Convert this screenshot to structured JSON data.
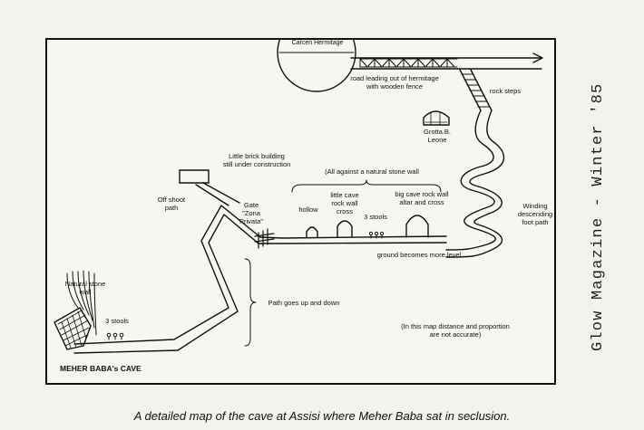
{
  "labels": {
    "hermitage": "Carceri Hermitage",
    "road": "road leading out of hermitage\nwith wooden fence",
    "rock_steps": "rock steps",
    "grotta": "Grotta.B.\nLeone",
    "brick_building": "Little brick building\nstill under construction",
    "natural_wall": "(All against a natural stone   wall",
    "offshoot": "Off shoot\npath",
    "gate": "Gate\n\"Zona\nPrivata\"",
    "hollow": "hollow",
    "little_cave": "little cave\nrock wall\ncross",
    "big_cave": "big cave rock wall\naltar and cross",
    "stools_a": "3 stools",
    "winding": "Winding\ndescending\nfoot path",
    "ground": "ground becomes more level",
    "stone_wall": "Natural stone\nwall",
    "stools_b": "3 stools",
    "path_updown": "Path goes up and down",
    "note": "(In this map distance and proportion\nare not accurate)",
    "meher_cave": "MEHER BABA's CAVE"
  },
  "side_text": "Glow Magazine - Winter '85",
  "caption": "A detailed map of the cave at Assisi where Meher Baba sat in seclusion."
}
